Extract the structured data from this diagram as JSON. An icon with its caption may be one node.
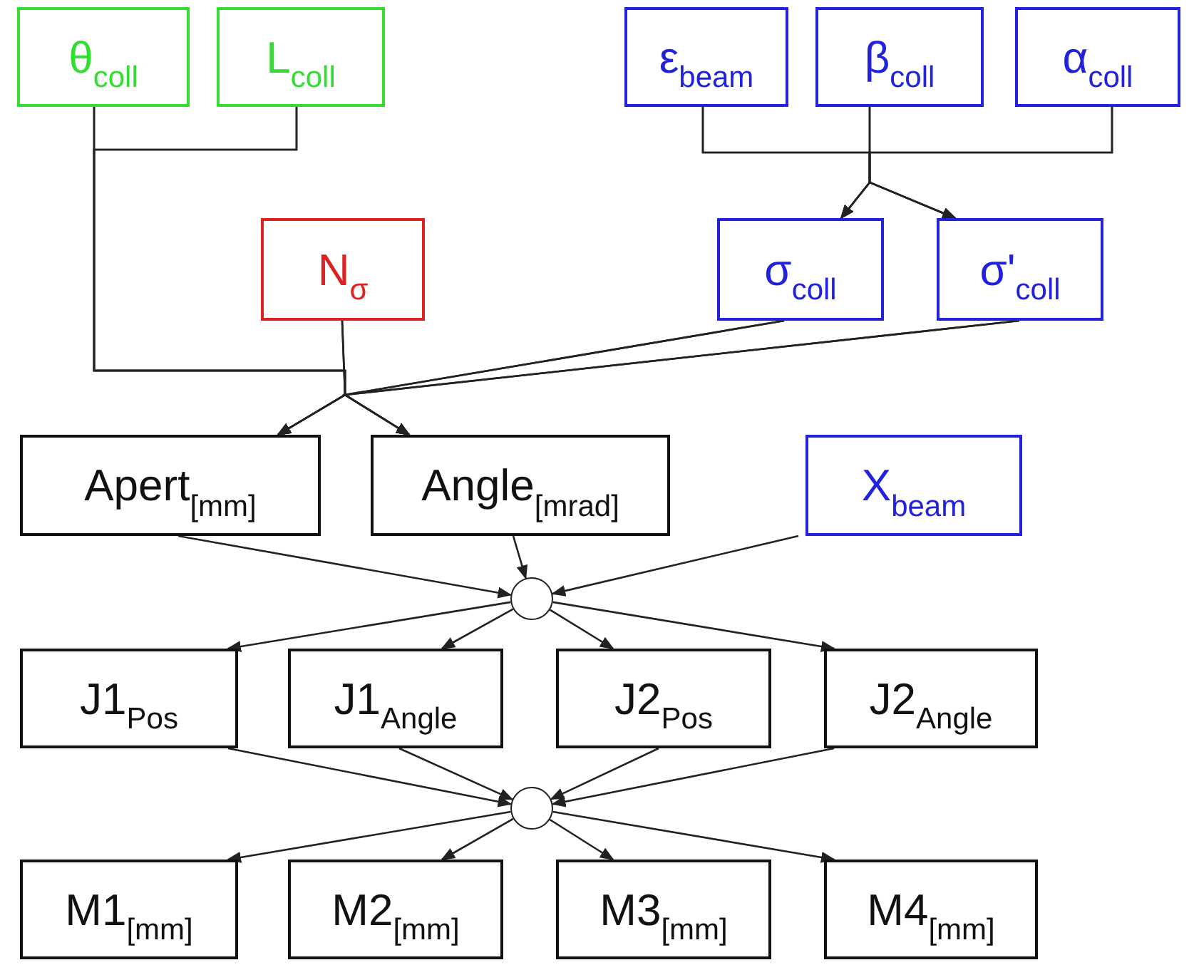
{
  "diagram": {
    "nodes": [
      {
        "text": [
          "θ$_{coll}$"
        ]
      },
      {
        "text": [
          "L$_{coll}$"
        ]
      },
      {
        "text": [
          "ε$_{beam}$"
        ]
      },
      {
        "text": [
          "β$_{coll}$"
        ]
      },
      {
        "text": [
          "α$_{coll}$"
        ]
      },
      {
        "text": [
          "N$_{σ}$"
        ]
      },
      {
        "text": [
          "σ$_{coll}$"
        ]
      },
      {
        "text": [
          "σ'$_{coll}$"
        ]
      },
      {
        "text": [
          "Apert$_{[mm]}$"
        ]
      },
      {
        "text": [
          "Angle$_{[mrad]}$"
        ]
      },
      {
        "text": [
          "X$_{beam}$"
        ]
      },
      {
        "text": [],
        "shape": "circle"
      },
      {
        "text": [
          "J1$_{Pos}$"
        ]
      },
      {
        "text": [
          "J1$_{Angle}$"
        ]
      },
      {
        "text": [
          "J2$_{Pos}$"
        ]
      },
      {
        "text": [
          "J2$_{Angle}$"
        ]
      },
      {
        "text": [],
        "shape": "circle"
      },
      {
        "text": [
          "M1$_{[mm]}$"
        ]
      },
      {
        "text": [
          "M2$_{[mm]}$"
        ]
      },
      {
        "text": [
          "M3$_{[mm]}$"
        ]
      },
      {
        "text": [
          "M4$_{[mm]}$"
        ]
      }
    ],
    "edges": [
      {
        "from": 0,
        "to": 8,
        "arrow": "to"
      },
      {
        "from": 0,
        "to": 9,
        "arrow": "to"
      },
      {
        "from": 1,
        "to": 8,
        "arrow": "to"
      },
      {
        "from": 1,
        "to": 9,
        "arrow": "to"
      },
      {
        "from": 5,
        "to": 8,
        "arrow": "to"
      },
      {
        "from": 5,
        "to": 9,
        "arrow": "to"
      },
      {
        "from": 6,
        "to": 8,
        "arrow": "to"
      },
      {
        "from": 6,
        "to": 9,
        "arrow": "to"
      },
      {
        "from": 7,
        "to": 8,
        "arrow": "to"
      },
      {
        "from": 7,
        "to": 9,
        "arrow": "to"
      },
      {
        "from": 2,
        "to": 6,
        "arrow": "to"
      },
      {
        "from": 2,
        "to": 7,
        "arrow": "to"
      },
      {
        "from": 3,
        "to": 6,
        "arrow": "to"
      },
      {
        "from": 3,
        "to": 7,
        "arrow": "to"
      },
      {
        "from": 4,
        "to": 6,
        "arrow": "to"
      },
      {
        "from": 4,
        "to": 7,
        "arrow": "to"
      },
      {
        "from": 8,
        "to": 11,
        "arrow": "to"
      },
      {
        "from": 9,
        "to": 11,
        "arrow": "to"
      },
      {
        "from": 10,
        "to": 11,
        "arrow": "to"
      },
      {
        "from": 11,
        "to": 12,
        "arrow": "to"
      },
      {
        "from": 11,
        "to": 13,
        "arrow": "to"
      },
      {
        "from": 11,
        "to": 14,
        "arrow": "to"
      },
      {
        "from": 11,
        "to": 15,
        "arrow": "to"
      },
      {
        "from": 12,
        "to": 16,
        "arrow": "to"
      },
      {
        "from": 13,
        "to": 16,
        "arrow": "to"
      },
      {
        "from": 14,
        "to": 16,
        "arrow": "to"
      },
      {
        "from": 15,
        "to": 16,
        "arrow": "to"
      },
      {
        "from": 16,
        "to": 17,
        "arrow": "to"
      },
      {
        "from": 16,
        "to": 18,
        "arrow": "to"
      },
      {
        "from": 16,
        "to": 19,
        "arrow": "to"
      },
      {
        "from": 16,
        "to": 20,
        "arrow": "to"
      }
    ]
  }
}
